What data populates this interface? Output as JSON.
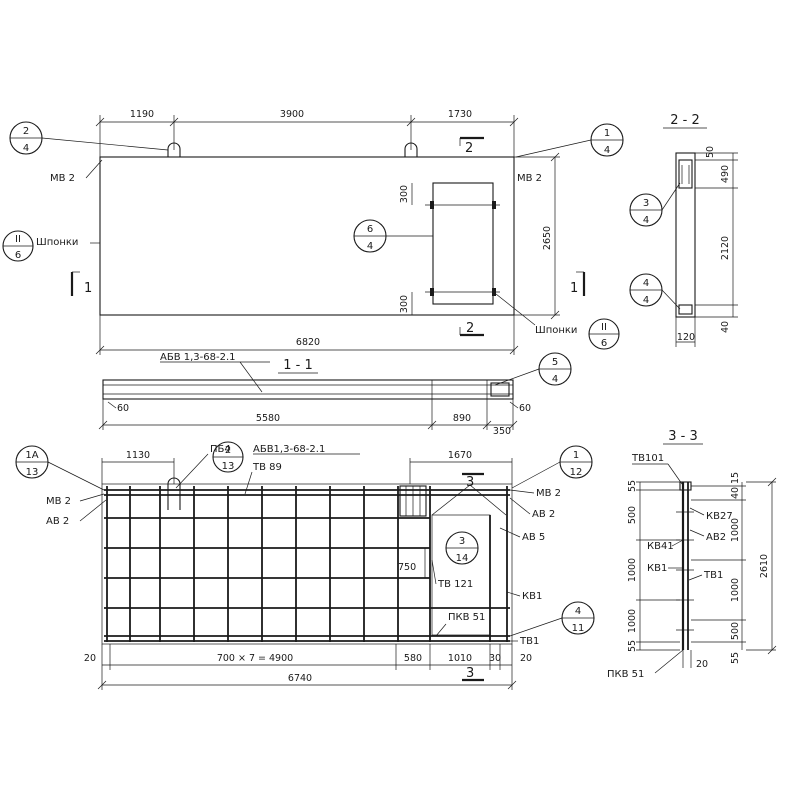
{
  "plan": {
    "dims_top": [
      "1190",
      "3900",
      "1730"
    ],
    "dim_bottom": "6820",
    "dim_height": "2650",
    "dim_opening_top": "300",
    "dim_opening_bottom": "300",
    "callout_left": {
      "num": "2",
      "den": "4"
    },
    "callout_right": {
      "num": "1",
      "den": "4"
    },
    "callout_opening": {
      "num": "6",
      "den": "4"
    },
    "callout_key_left": {
      "num": "II",
      "den": "6"
    },
    "callout_key_right": {
      "num": "II",
      "den": "6"
    },
    "label_mv_left": "МВ 2",
    "label_mv_right": "МВ 2",
    "label_keys_left": "Шпонки",
    "label_keys_right": "Шпонки",
    "cut_1": "1",
    "cut_2": "2"
  },
  "section_11": {
    "title": "1 - 1",
    "frame_label": "АБВ 1,3-68-2.1",
    "callout": {
      "num": "5",
      "den": "4"
    },
    "dim_60_left": "60",
    "dim_60_right": "60",
    "dims": [
      "5580",
      "890",
      "350"
    ]
  },
  "section_22": {
    "title": "2 - 2",
    "dims": [
      "50",
      "490",
      "2120",
      "40"
    ],
    "dim_width": "120",
    "callout_top": {
      "num": "3",
      "den": "4"
    },
    "callout_bottom": {
      "num": "4",
      "den": "4"
    }
  },
  "reinforcement": {
    "callout_1a": {
      "num": "1А",
      "den": "13"
    },
    "callout_2": {
      "num": "2",
      "den": "13"
    },
    "callout_1": {
      "num": "1",
      "den": "12"
    },
    "callout_3": {
      "num": "3",
      "den": "14"
    },
    "callout_4": {
      "num": "4",
      "den": "11"
    },
    "dim_left_top": "1130",
    "dim_right_top": "1670",
    "label_pb": "ПБ4",
    "label_frame": "АБВ1,3-68-2.1",
    "label_tv89": "ТВ 89",
    "label_mv_left": "МВ 2",
    "label_av_left": "АВ 2",
    "label_mv_right": "МВ 2",
    "label_av_right": "АВ 2",
    "label_av5": "АВ 5",
    "label_kv1": "КВ1",
    "label_tv121": "ТВ 121",
    "label_pkv51": "ПКВ 51",
    "label_tv1": "ТВ1",
    "dim_750": "750",
    "dims_bottom": [
      "20",
      "700 × 7 = 4900",
      "580",
      "1010",
      "30",
      "20"
    ],
    "dim_total": "6740",
    "cut_3": "3"
  },
  "section_33": {
    "title": "3 - 3",
    "label_tv101": "ТВ101",
    "label_kv27": "КВ27",
    "label_kv41": "КВ41",
    "label_av2": "АВ2",
    "label_kv1": "КВ1",
    "label_tv1": "ТВ1",
    "label_pkv51": "ПКВ 51",
    "dims_left": [
      "55",
      "500",
      "1000",
      "1000",
      "55"
    ],
    "dims_right": [
      "15",
      "40",
      "1000",
      "1000",
      "500",
      "55"
    ],
    "dim_total": "2610",
    "dim_bottom": "20"
  }
}
